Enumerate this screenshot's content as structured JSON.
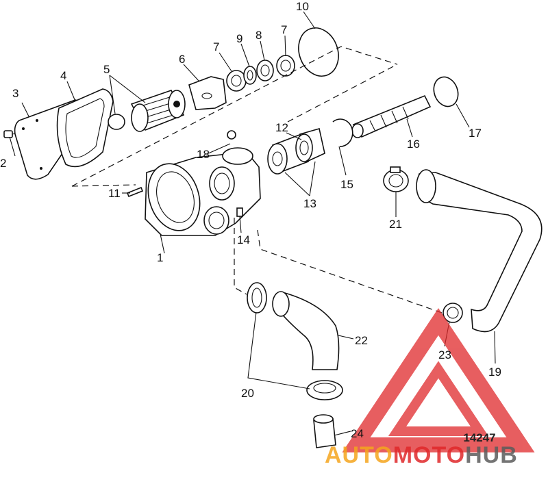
{
  "diagram": {
    "callouts": [
      "1",
      "2",
      "3",
      "4",
      "5",
      "6",
      "7",
      "7",
      "8",
      "9",
      "10",
      "11",
      "12",
      "13",
      "14",
      "15",
      "16",
      "17",
      "18",
      "19",
      "20",
      "21",
      "22",
      "23",
      "24"
    ],
    "figure_number": "14247"
  },
  "watermark": {
    "part1": "AUTO",
    "part2": "MOTO",
    "part3": "HUB",
    "colors": {
      "red": "#e0292b",
      "orange": "#f5a51e",
      "gray": "#5c5c5c"
    }
  }
}
